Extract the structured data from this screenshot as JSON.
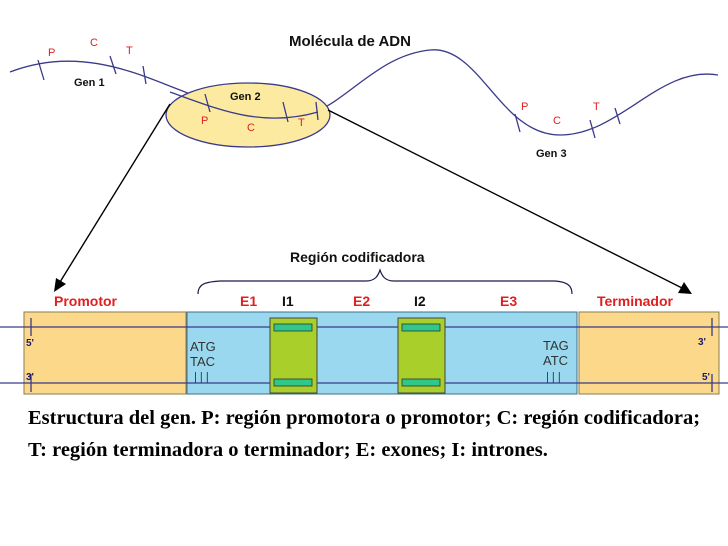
{
  "title": "Molécula de  ADN",
  "molecule": {
    "genes": [
      {
        "name": "Gen 1",
        "p": "P",
        "c": "C",
        "t": "T"
      },
      {
        "name": "Gen 2",
        "p": "P",
        "c": "C",
        "t": "T"
      },
      {
        "name": "Gen 3",
        "p": "P",
        "c": "C",
        "t": "T"
      }
    ]
  },
  "structure": {
    "coding_region_label": "Región codificadora",
    "promoter_label": "Promotor",
    "terminator_label": "Terminador",
    "exons": [
      "E1",
      "E2",
      "E3"
    ],
    "introns": [
      "I1",
      "I2"
    ],
    "five_prime": "5'",
    "three_prime": "3'",
    "start_codon_top": "ATG",
    "start_codon_bottom": "TAC",
    "stop_codon_top": "TAG",
    "stop_codon_bottom": "ATC",
    "tick_marks": "| | |"
  },
  "caption": "Estructura del gen. P: región promotora o promotor; C: región codificadora; T: región terminadora o terminador; E: exones; I: intrones.",
  "colors": {
    "dna_line": "#3a3a8a",
    "ellipse_fill": "#fbeaa0",
    "promoter_fill": "#fcd98a",
    "coding_fill": "#99d8ef",
    "intron_fill": "#a8cf2a",
    "intron_bar": "#2ec88a",
    "red_label": "#e02020"
  }
}
